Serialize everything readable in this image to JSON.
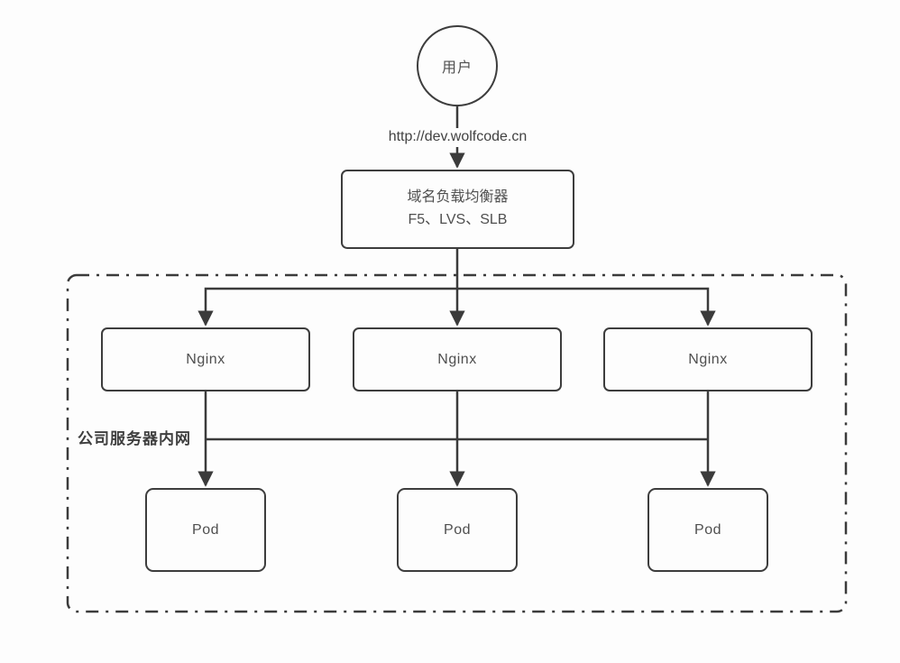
{
  "diagram": {
    "title_hint": "domain-load-balancing-to-nginx-pods-architecture",
    "user_node": {
      "label": "用户"
    },
    "request_url": "http://dev.wolfcode.cn",
    "load_balancer": {
      "line1": "域名负载均衡器",
      "line2": "F5、LVS、SLB"
    },
    "intranet": {
      "label": "公司服务器内网"
    },
    "nginx_nodes": [
      {
        "label": "Nginx"
      },
      {
        "label": "Nginx"
      },
      {
        "label": "Nginx"
      }
    ],
    "pod_nodes": [
      {
        "label": "Pod"
      },
      {
        "label": "Pod"
      },
      {
        "label": "Pod"
      }
    ],
    "colors": {
      "line": "#3b3b3b",
      "border": "#3d3d3d",
      "text": "#4f4f4f",
      "background": "#fdfdfd"
    }
  }
}
